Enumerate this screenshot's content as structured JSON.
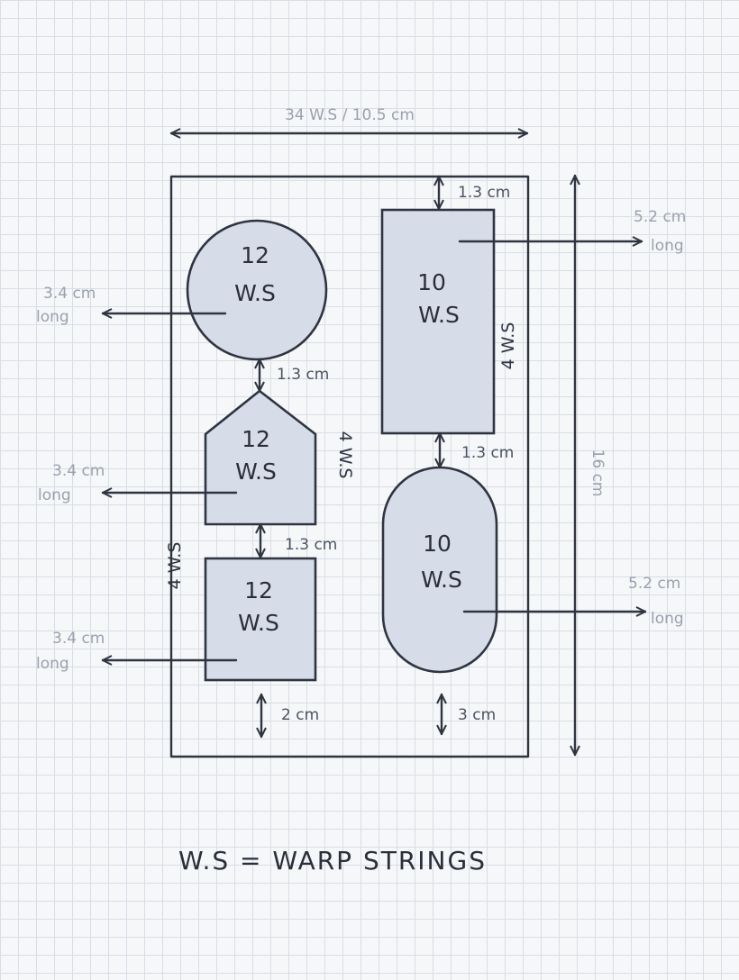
{
  "top_dimension": "34 W.S / 10.5 cm",
  "side_dimension": "16 cm",
  "panels": [
    {
      "shape": "circle",
      "count": "12",
      "unit": "W.S",
      "length_value": "3.4 cm",
      "length_word": "long"
    },
    {
      "shape": "pentagon",
      "count": "12",
      "unit": "W.S",
      "length_value": "3.4 cm",
      "length_word": "long",
      "width": "4 W.S"
    },
    {
      "shape": "square",
      "count": "12",
      "unit": "W.S",
      "length_value": "3.4 cm",
      "length_word": "long",
      "width": "4 W.S"
    },
    {
      "shape": "rectangle",
      "count": "10",
      "unit": "W.S",
      "length_value": "5.2 cm",
      "length_word": "long",
      "width": "4 W.S"
    },
    {
      "shape": "oval",
      "count": "10",
      "unit": "W.S",
      "length_value": "5.2 cm",
      "length_word": "long"
    }
  ],
  "gaps": {
    "right_top": "1.3 cm",
    "left_circle_pentagon": "1.3 cm",
    "left_pentagon_square": "1.3 cm",
    "right_rect_oval": "1.3 cm",
    "left_bottom": "2 cm",
    "right_bottom": "3 cm"
  },
  "legend": "W.S = WARP STRINGS",
  "colors": {
    "ink": "#2e3440",
    "shading": "#d6dde9",
    "pencil": "#9aa1ad"
  }
}
